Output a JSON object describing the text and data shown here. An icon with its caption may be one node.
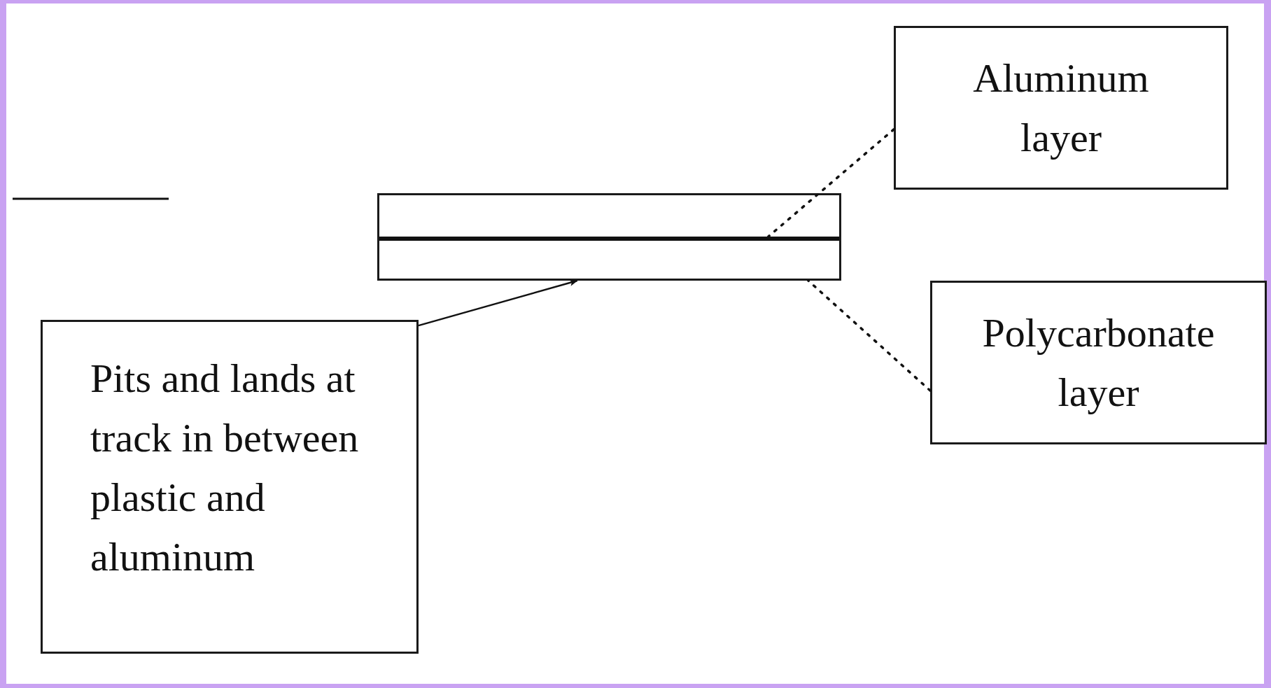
{
  "diagram": {
    "nodes": [
      {
        "text": [
          "Aluminum layer"
        ]
      },
      {
        "text": [
          "Polycarbonate layer"
        ]
      },
      {
        "text": [
          "Pits and lands at track in between plastic and aluminum"
        ]
      },
      {
        "text": [],
        "shape": "box"
      },
      {
        "text": [],
        "shape": "bar",
        "in": 3
      }
    ],
    "edges": [
      {
        "from": 0,
        "to": 4,
        "arrow": "none",
        "style": "dashed"
      },
      {
        "from": 1,
        "to": 3,
        "arrow": "none",
        "style": "dashed"
      },
      {
        "from": 2,
        "to": 3,
        "arrow": "to"
      }
    ]
  }
}
